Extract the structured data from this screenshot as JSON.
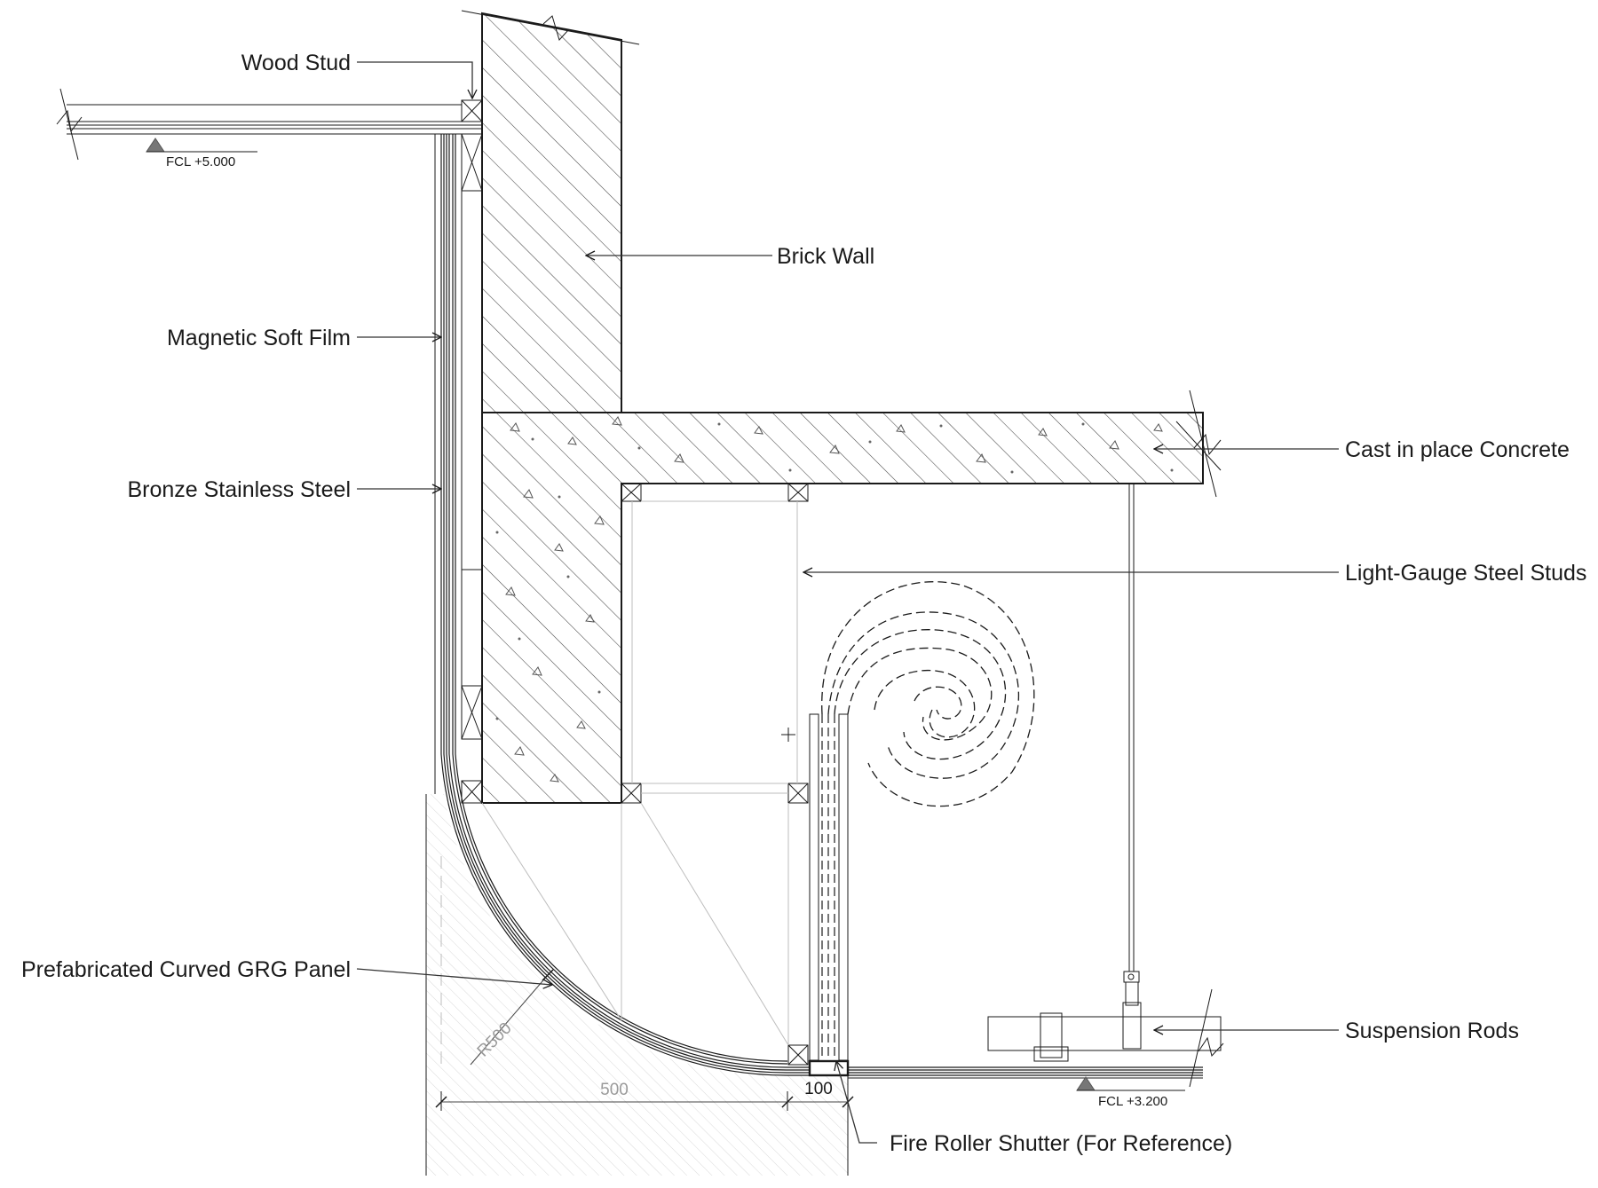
{
  "labels": {
    "wood_stud": "Wood Stud",
    "brick_wall": "Brick Wall",
    "magnetic_soft_film": "Magnetic Soft Film",
    "bronze_stainless_steel": "Bronze Stainless Steel",
    "cast_in_place_concrete": "Cast in place Concrete",
    "light_gauge_steel_studs": "Light-Gauge Steel Studs",
    "prefabricated_curved_grg_panel": "Prefabricated Curved GRG Panel",
    "suspension_rods": "Suspension Rods",
    "fire_roller_shutter": "Fire Roller Shutter (For Reference)"
  },
  "levels": {
    "upper": "FCL +5.000",
    "lower": "FCL +3.200"
  },
  "dimensions": {
    "radius": "R500",
    "width": "500",
    "shutter_width": "100"
  },
  "colors": {
    "line": "#1a1a1a",
    "hatch": "#444444",
    "light": "#bdbdbd",
    "background": "#ffffff"
  }
}
